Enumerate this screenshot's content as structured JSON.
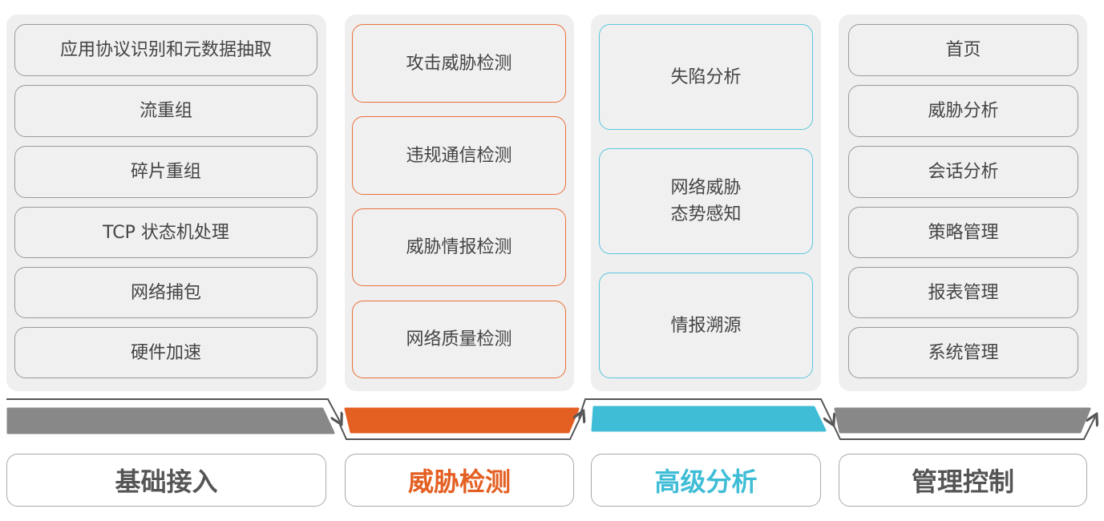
{
  "columns": [
    {
      "title": "基础接入",
      "items": [
        "应用协议识别和元数据抽取",
        "流重组",
        "碎片重组",
        "TCP 状态机处理",
        "网络捕包",
        "硬件加速"
      ]
    },
    {
      "title": "威胁检测",
      "items": [
        "攻击威胁检测",
        "违规通信检测",
        "威胁情报检测",
        "网络质量检测"
      ]
    },
    {
      "title": "高级分析",
      "items": [
        "失陷分析",
        "网络威胁\n态势感知",
        "情报溯源"
      ]
    },
    {
      "title": "管理控制",
      "items": [
        "首页",
        "威胁分析",
        "会话分析",
        "策略管理",
        "报表管理",
        "系统管理"
      ]
    }
  ],
  "colors": {
    "gray": "#888888",
    "orange": "#e45f22",
    "cyan": "#3fbdd6",
    "text": "#555555"
  }
}
